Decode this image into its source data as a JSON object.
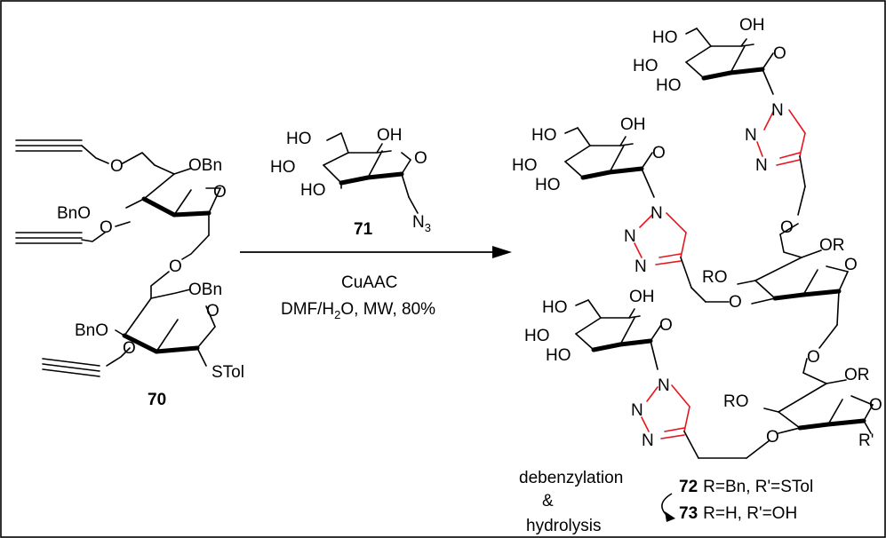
{
  "compounds": {
    "c70": "70",
    "c71": "71",
    "c72": "72",
    "c73": "73"
  },
  "reagents": {
    "line1": "CuAAC",
    "line2_pre": "DMF/H",
    "line2_sub": "2",
    "line2_post": "O, MW, 80%"
  },
  "atoms": {
    "O": "O",
    "N": "N",
    "OBn": "OBn",
    "BnO": "BnO",
    "HO": "HO",
    "OH": "OH",
    "OR": "OR",
    "RO": "RO",
    "RO_": "RO",
    "STol": "STol",
    "Rp": "R'",
    "N3": "N",
    "N3_sub": "3"
  },
  "steps": {
    "debenz": "debenzylation",
    "amp": "&",
    "hydro": "hydrolysis"
  },
  "products": {
    "p72": "R=Bn, R'=STol",
    "p73": "R=H, R'=OH"
  },
  "colors": {
    "triazole": "#e8141b",
    "frame": "#000000"
  }
}
